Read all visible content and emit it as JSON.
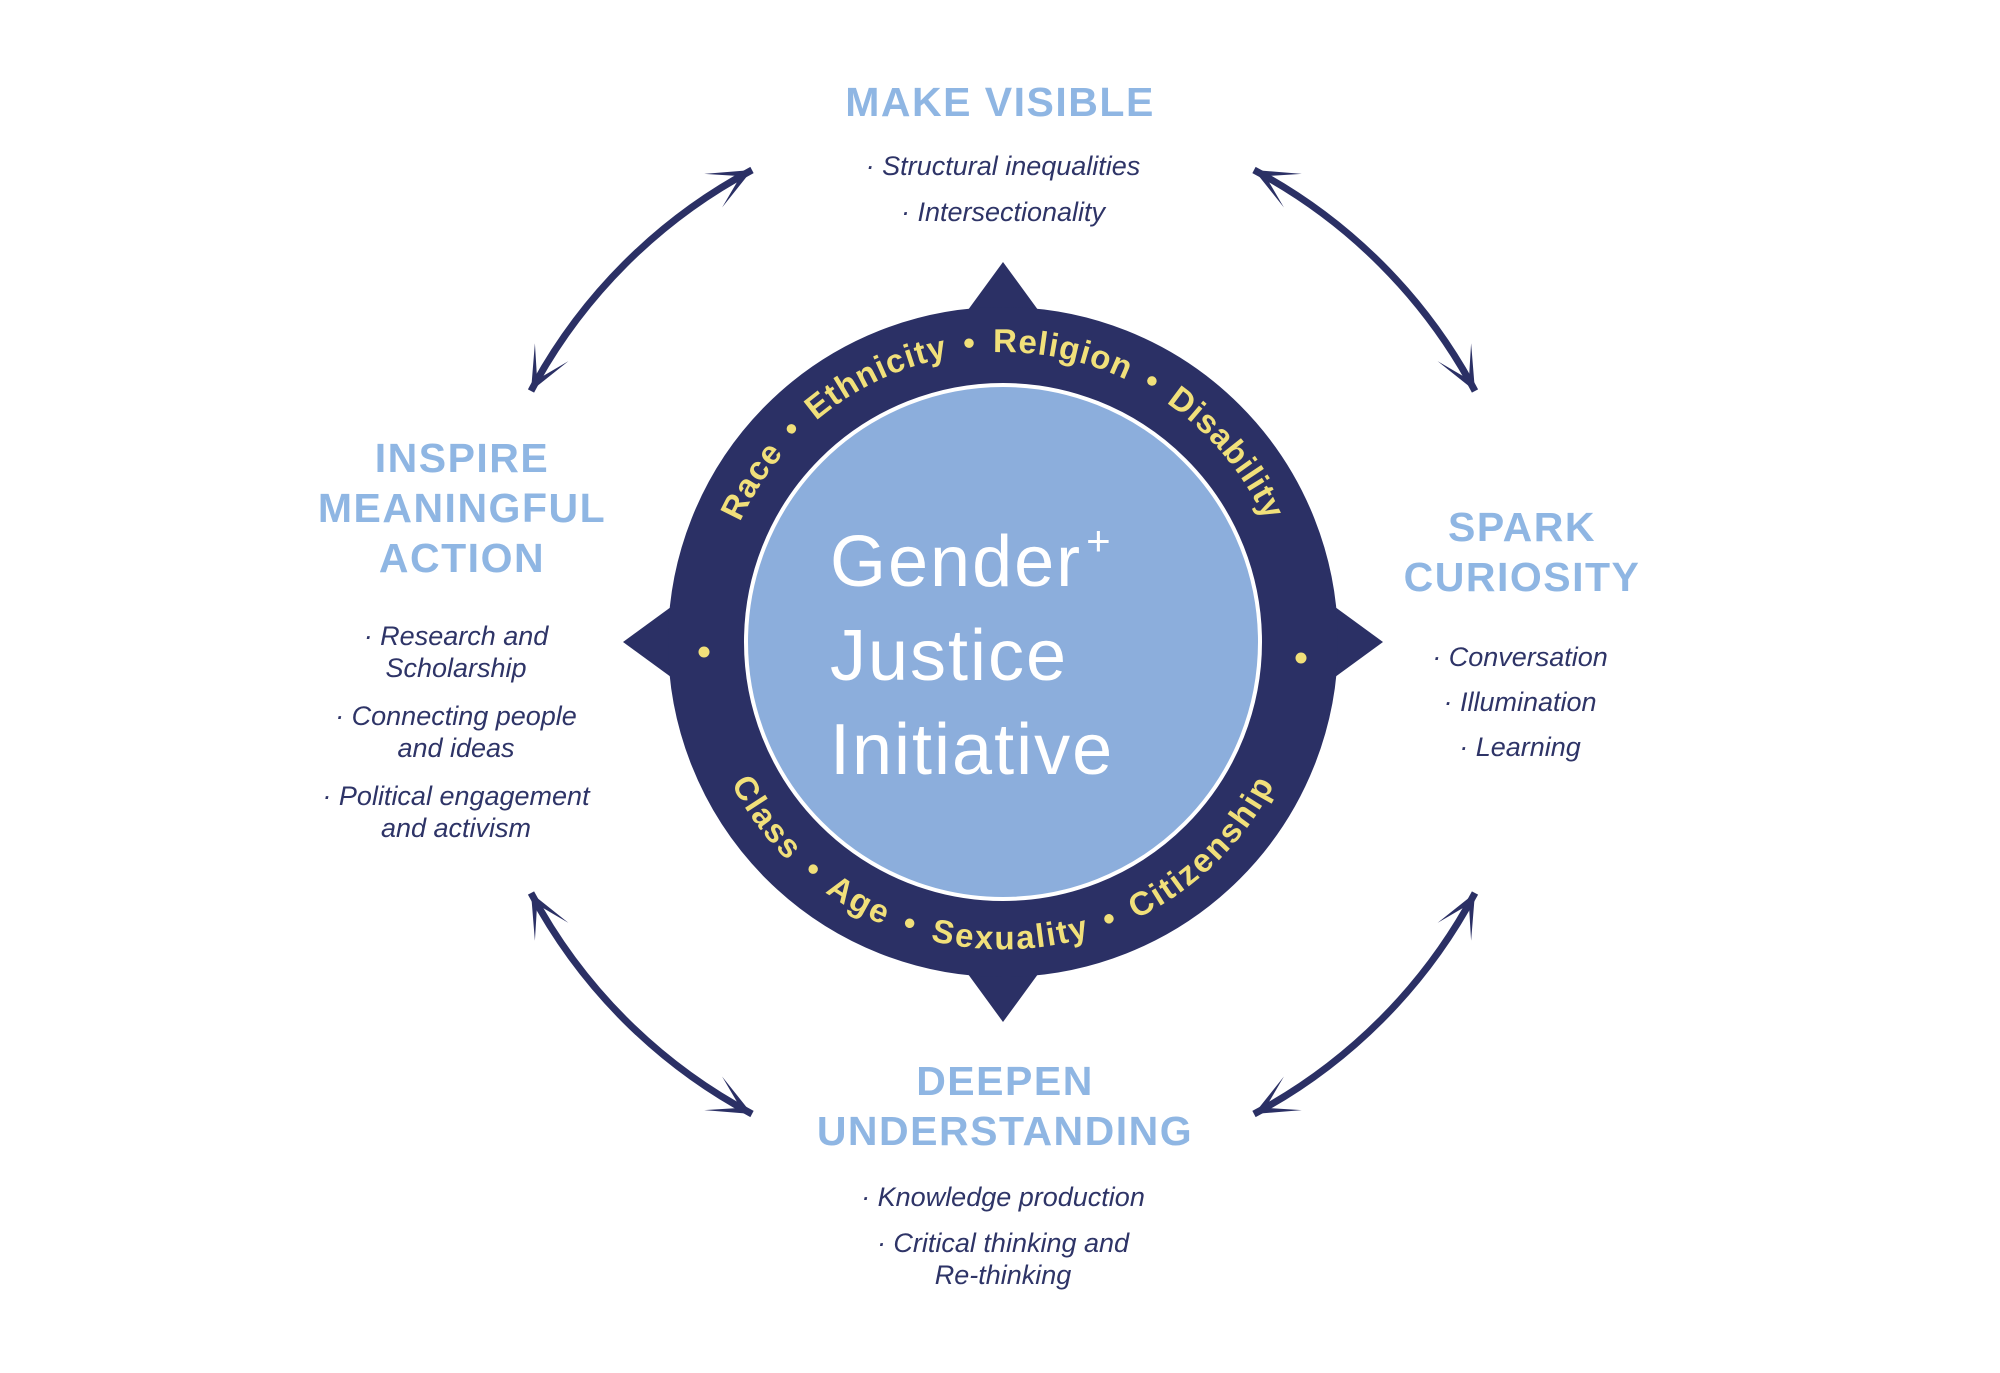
{
  "colors": {
    "navy": "#2B3065",
    "ring_navy": "#2B3065",
    "inner_circle_blue": "#8CAEDC",
    "heading_blue": "#8FB6E3",
    "ring_text_yellow": "#F1E07A",
    "center_text_white": "#FFFFFF",
    "background": "#FFFFFF"
  },
  "center": {
    "title_line1": "Gender",
    "superscript": "+",
    "title_line2": "Justice",
    "title_line3": "Initiative"
  },
  "ring": {
    "top_arc_text": "Race • Ethnicity • Religion • Disability",
    "bottom_arc_text": "Class • Age • Sexuality • Citizenship",
    "left_separator": "•",
    "right_separator": "•"
  },
  "sections": {
    "top": {
      "title_lines": [
        "MAKE VISIBLE"
      ],
      "bullets": [
        {
          "lines": [
            "· Structural inequalities"
          ]
        },
        {
          "lines": [
            "· Intersectionality"
          ]
        }
      ]
    },
    "right": {
      "title_lines": [
        "SPARK",
        "CURIOSITY"
      ],
      "bullets": [
        {
          "lines": [
            "· Conversation"
          ]
        },
        {
          "lines": [
            "· Illumination"
          ]
        },
        {
          "lines": [
            "· Learning"
          ]
        }
      ]
    },
    "bottom": {
      "title_lines": [
        "DEEPEN",
        "UNDERSTANDING"
      ],
      "bullets": [
        {
          "lines": [
            "· Knowledge production"
          ]
        },
        {
          "lines": [
            "· Critical thinking and",
            "Re-thinking"
          ]
        }
      ]
    },
    "left": {
      "title_lines": [
        "INSPIRE",
        "MEANINGFUL",
        "ACTION"
      ],
      "bullets": [
        {
          "lines": [
            "· Research and",
            "Scholarship"
          ]
        },
        {
          "lines": [
            "· Connecting people",
            "and ideas"
          ]
        },
        {
          "lines": [
            "· Political engagement",
            "and activism"
          ]
        }
      ]
    }
  }
}
